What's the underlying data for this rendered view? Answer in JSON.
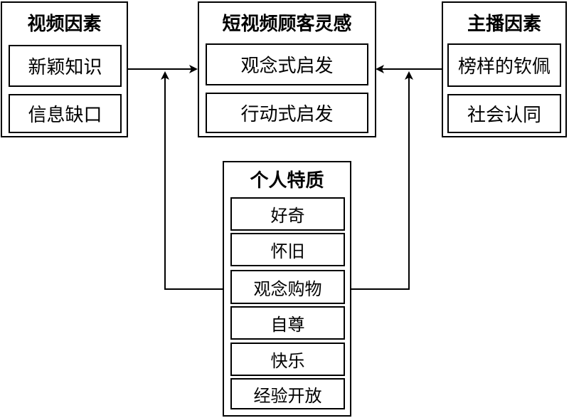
{
  "video_factors": {
    "title": "视频因素",
    "items": [
      "新颖知识",
      "信息缺口"
    ]
  },
  "inspiration": {
    "title": "短视频顾客灵感",
    "items": [
      "观念式启发",
      "行动式启发"
    ]
  },
  "streamer_factors": {
    "title": "主播因素",
    "items": [
      "榜样的钦佩",
      "社会认同"
    ]
  },
  "personal_traits": {
    "title": "个人特质",
    "items": [
      "好奇",
      "怀旧",
      "观念购物",
      "自尊",
      "快乐",
      "经验开放"
    ]
  },
  "colors": {
    "line": "#000000",
    "background": "#ffffff"
  }
}
